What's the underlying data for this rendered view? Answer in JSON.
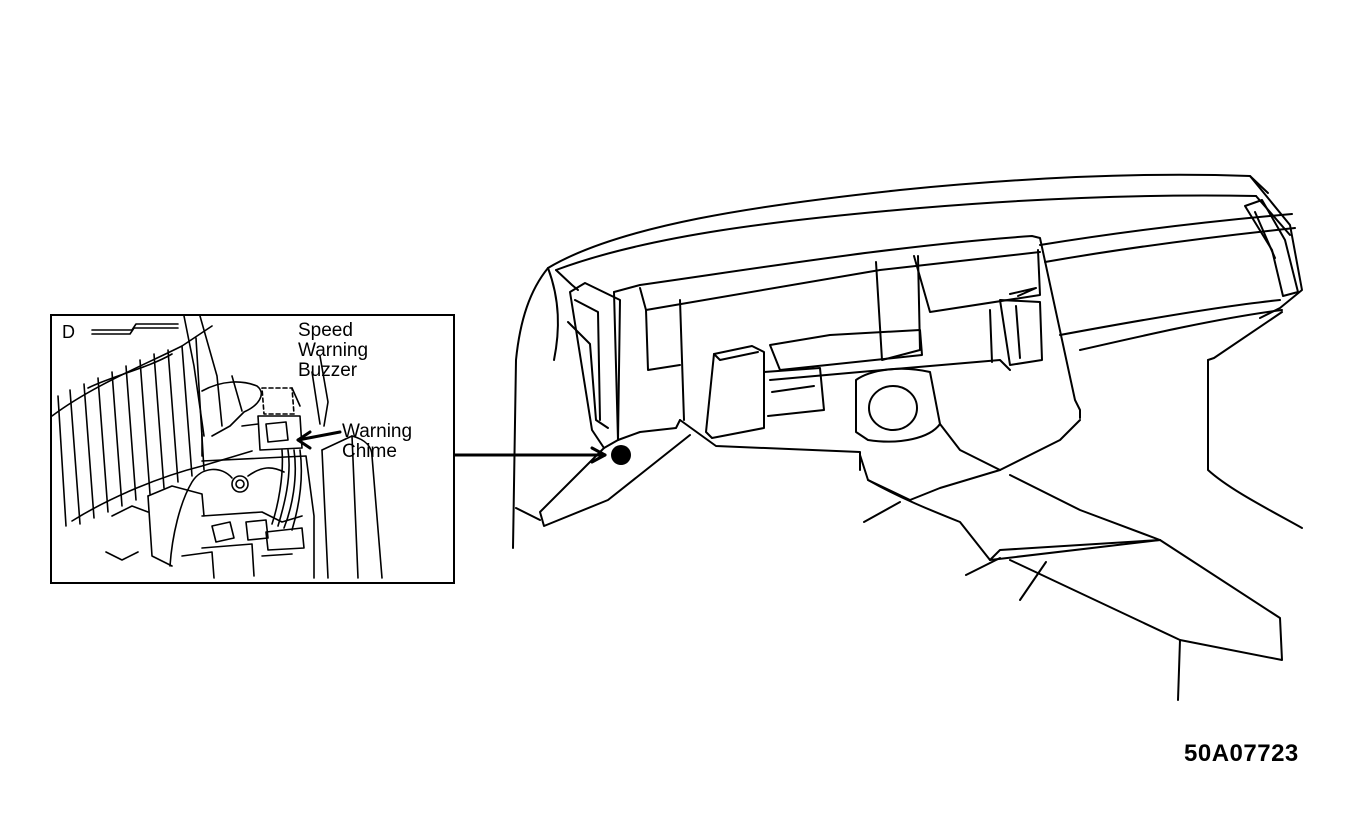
{
  "inset": {
    "letter": "D",
    "buzzer_label": [
      "Speed",
      "Warning",
      "Buzzer"
    ],
    "chime_label": [
      "Warning",
      "Chime"
    ]
  },
  "figure_id": "50A07723",
  "colors": {
    "ink": "#000000",
    "paper": "#ffffff"
  }
}
